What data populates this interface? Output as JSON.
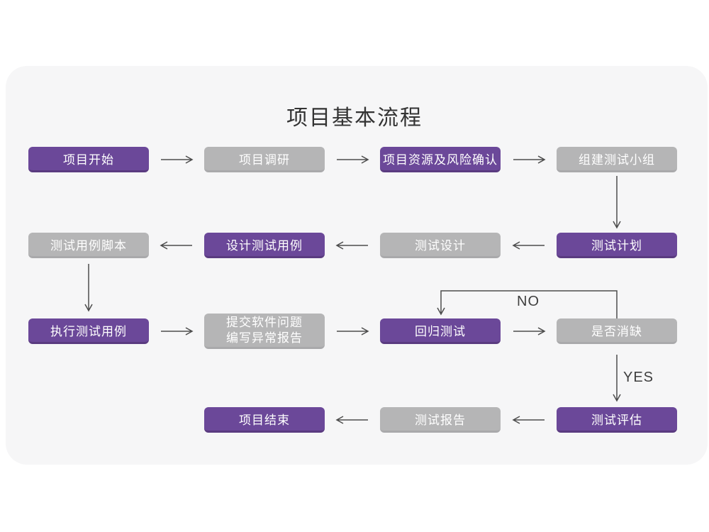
{
  "page": {
    "title": "项目基本流程"
  },
  "colors": {
    "purple": "#6B4899",
    "purple_dark": "#5A3B80",
    "gray": "#B5B5B6",
    "gray_dark": "#A9A9AB",
    "card_bg": "#F6F6F7",
    "arrow": "#4D4D4D",
    "title_text": "#333333",
    "box_text": "#FFFFFF",
    "edge_label_text": "#3F3F3F"
  },
  "flowchart": {
    "nodes": [
      {
        "id": "project-start",
        "label": "项目开始",
        "variant": "purple"
      },
      {
        "id": "project-research",
        "label": "项目调研",
        "variant": "gray"
      },
      {
        "id": "resources-risk",
        "label": "项目资源及风险确认",
        "variant": "purple"
      },
      {
        "id": "build-test-team",
        "label": "组建测试小组",
        "variant": "gray"
      },
      {
        "id": "test-plan",
        "label": "测试计划",
        "variant": "purple"
      },
      {
        "id": "test-design",
        "label": "测试设计",
        "variant": "gray"
      },
      {
        "id": "design-test-cases",
        "label": "设计测试用例",
        "variant": "purple"
      },
      {
        "id": "test-case-scripts",
        "label": "测试用例脚本",
        "variant": "gray"
      },
      {
        "id": "execute-test-cases",
        "label": "执行测试用例",
        "variant": "purple"
      },
      {
        "id": "submit-issues",
        "lines": [
          "提交软件问题",
          "编写异常报告"
        ],
        "variant": "gray"
      },
      {
        "id": "regression-test",
        "label": "回归测试",
        "variant": "purple"
      },
      {
        "id": "defect-resolved",
        "label": "是否消缺",
        "variant": "gray"
      },
      {
        "id": "test-evaluation",
        "label": "测试评估",
        "variant": "purple"
      },
      {
        "id": "test-report",
        "label": "测试报告",
        "variant": "gray"
      },
      {
        "id": "project-end",
        "label": "项目结束",
        "variant": "purple"
      }
    ],
    "edge_labels": {
      "no": "NO",
      "yes": "YES"
    }
  }
}
